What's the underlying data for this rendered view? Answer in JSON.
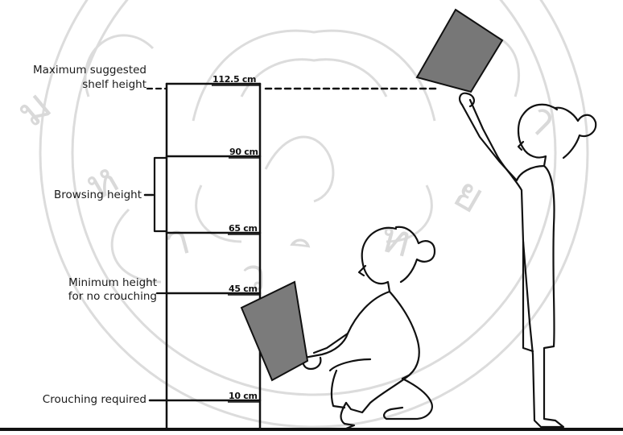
{
  "labels": {
    "max_line1": "Maximum suggested",
    "max_line2": "shelf height",
    "browsing": "Browsing height",
    "min_line1": "Minimum height",
    "min_line2": "for no crouching",
    "crouching": "Crouching required"
  },
  "marks": {
    "h1125": "112.5 cm",
    "h90": "90 cm",
    "h65": "65 cm",
    "h45": "45 cm",
    "h10": "10 cm"
  },
  "colors": {
    "ink": "#111111",
    "watermark": "#d8d8d8",
    "book_fill": "#7a7a7a"
  }
}
